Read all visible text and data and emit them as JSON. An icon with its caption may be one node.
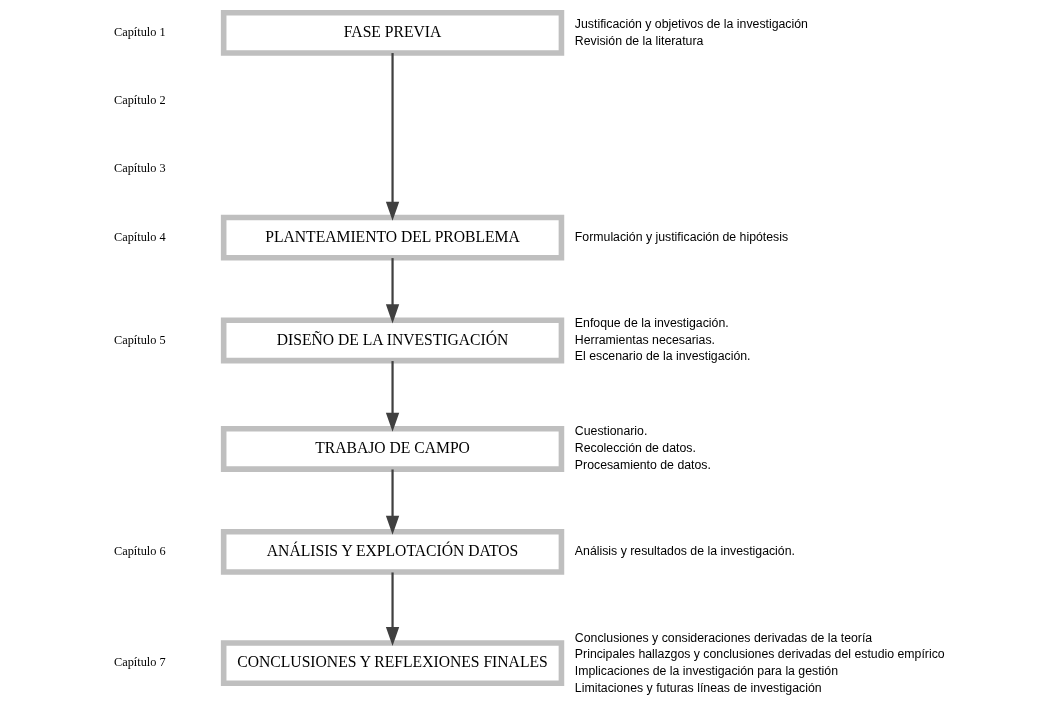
{
  "diagram": {
    "nodes": [
      {
        "text": [
          "FASE PREVIA"
        ],
        "beside": [
          "Justificación y objetivos de la investigación",
          "Revisión de la literatura"
        ]
      },
      {
        "text": [
          "PLANTEAMIENTO DEL PROBLEMA"
        ],
        "beside": [
          "Formulación y justificación de hipótesis"
        ]
      },
      {
        "text": [
          "DISEÑO DE LA INVESTIGACIÓN"
        ],
        "beside": [
          "Enfoque de la investigación.",
          "Herramientas necesarias.",
          "El escenario de la investigación."
        ]
      },
      {
        "text": [
          "TRABAJO DE CAMPO"
        ],
        "beside": [
          "Cuestionario.",
          "Recolección de datos.",
          "Procesamiento de datos."
        ]
      },
      {
        "text": [
          "ANÁLISIS Y EXPLOTACIÓN DATOS"
        ],
        "beside": [
          "Análisis y resultados de la investigación."
        ]
      },
      {
        "text": [
          "CONCLUSIONES Y REFLEXIONES FINALES"
        ],
        "beside": [
          "Conclusiones y consideraciones derivadas de la teoría",
          "Principales hallazgos y conclusiones derivadas del estudio empírico",
          "Implicaciones de la investigación para la gestión",
          "Limitaciones y futuras líneas de investigación"
        ]
      }
    ],
    "edges": [
      {
        "from": 0,
        "to": 1,
        "arrow": "to"
      },
      {
        "from": 1,
        "to": 2,
        "arrow": "to"
      },
      {
        "from": 2,
        "to": 3,
        "arrow": "to"
      },
      {
        "from": 3,
        "to": 4,
        "arrow": "to"
      },
      {
        "from": 4,
        "to": 5,
        "arrow": "to"
      }
    ],
    "labels": [
      "Capítulo 1",
      "Capítulo 2",
      "Capítulo 3",
      "Capítulo 4",
      "Capítulo 5",
      "Capítulo 6",
      "Capítulo 7"
    ]
  }
}
